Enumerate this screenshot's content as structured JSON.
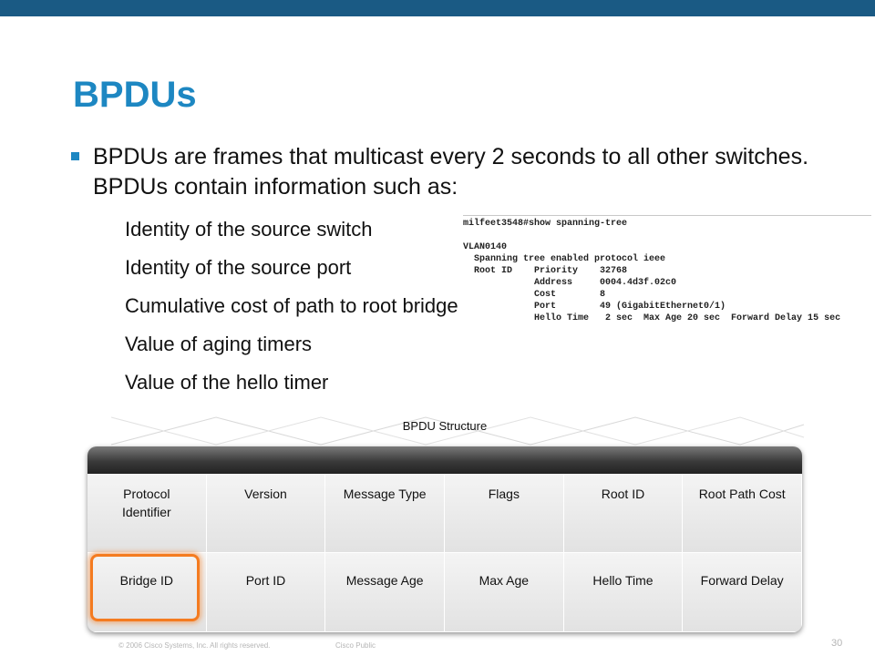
{
  "slide": {
    "title": "BPDUs",
    "bullet": "BPDUs are frames that multicast every 2 seconds to all other switches. BPDUs contain information such as:",
    "subitems": [
      "Identity of the source switch",
      "Identity of the source port",
      "Cumulative cost of path to root bridge",
      "Value of aging timers",
      "Value of the hello timer"
    ]
  },
  "cli": {
    "lines": [
      "milfeet3548#show spanning-tree",
      "",
      "VLAN0140",
      "  Spanning tree enabled protocol ieee",
      "  Root ID    Priority    32768",
      "             Address     0004.4d3f.02c0",
      "             Cost        8",
      "             Port        49 (GigabitEthernet0/1)",
      "             Hello Time   2 sec  Max Age 20 sec  Forward Delay 15 sec"
    ]
  },
  "diagram": {
    "title": "BPDU Structure",
    "row1": [
      "Protocol\nIdentifier",
      "Version",
      "Message Type",
      "Flags",
      "Root ID",
      "Root Path Cost"
    ],
    "row2": [
      "Bridge ID",
      "Port ID",
      "Message Age",
      "Max Age",
      "Hello Time",
      "Forward Delay"
    ],
    "highlighted": "Bridge ID",
    "highlight_color": "#f47b20"
  },
  "footer": {
    "copyright": "© 2006 Cisco Systems, Inc. All rights reserved.",
    "classification": "Cisco Public",
    "page": "30"
  },
  "colors": {
    "topbar": "#1a5a84",
    "title": "#1d87c2"
  }
}
